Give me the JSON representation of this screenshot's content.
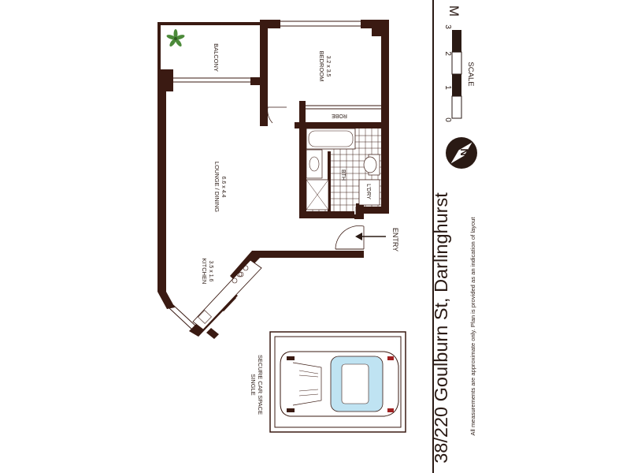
{
  "rooms": {
    "balcony": "BALCONY",
    "bedroom_name": "BEDROOM",
    "bedroom_size": "3.2 x 3.5",
    "robe": "ROBE",
    "lounge_name": "LOUNGE / DINING",
    "lounge_size": "6.6 x 4.4",
    "bath": "BTH",
    "laundry": "L'DRY",
    "kitchen_name": "KITCHEN",
    "kitchen_size": "3.5 x 1.6",
    "parking_line1": "SINGLE",
    "parking_line2": "SECURE CAR SPACE"
  },
  "entry_label": "ENTRY",
  "scale": {
    "unit": "M",
    "title": "SCALE",
    "ticks": [
      "0",
      "1",
      "2",
      "3"
    ]
  },
  "compass": {
    "label": "N"
  },
  "address": "38/220 Goulburn St, Darlinghurst",
  "disclaimer": "All measurements are approximate only. Plan is provided as an indication of layout",
  "colors": {
    "wall": "#3a1a12",
    "plant": "#4c8a3a",
    "glass": "#bfe3f2"
  },
  "icons": [
    "plant-icon",
    "north-arrow-icon",
    "car-icon"
  ]
}
